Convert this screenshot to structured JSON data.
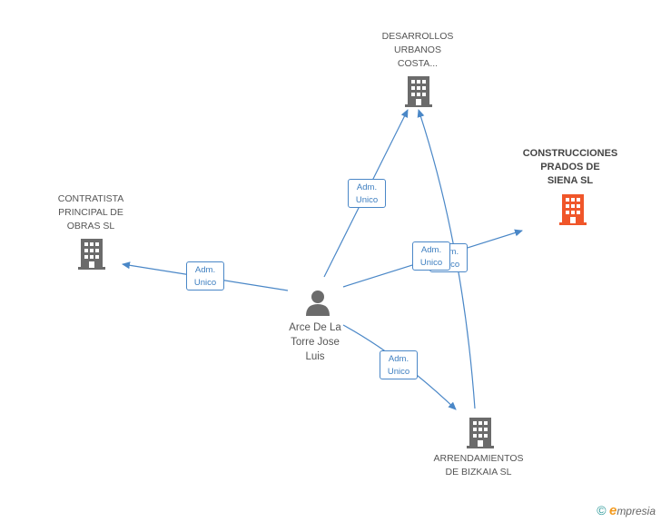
{
  "nodes": {
    "desarrollos": {
      "label": "DESARROLLOS\nURBANOS\nCOSTA..."
    },
    "construcciones": {
      "label": "CONSTRUCCIONES\nPRADOS DE\nSIENA SL"
    },
    "contratista": {
      "label": "CONTRATISTA\nPRINCIPAL DE\nOBRAS SL"
    },
    "person": {
      "label": "Arce De La\nTorre Jose\nLuis"
    },
    "arrendamientos": {
      "label": "ARRENDAMIENTOS\nDE BIZKAIA SL"
    }
  },
  "edges": [
    {
      "label": "Adm.\nUnico"
    },
    {
      "label": "Adm.\nUnico"
    },
    {
      "label": "Adm.\nUnico"
    },
    {
      "label": "Adm.\nUnico"
    },
    {
      "label": "Adm.\nUnico"
    }
  ],
  "colors": {
    "edge": "#4a87c7",
    "building": "#6b6b6b",
    "highlight_building": "#f0562a"
  },
  "brand": {
    "copyright": "©",
    "e": "e",
    "rest": "mpresia"
  }
}
